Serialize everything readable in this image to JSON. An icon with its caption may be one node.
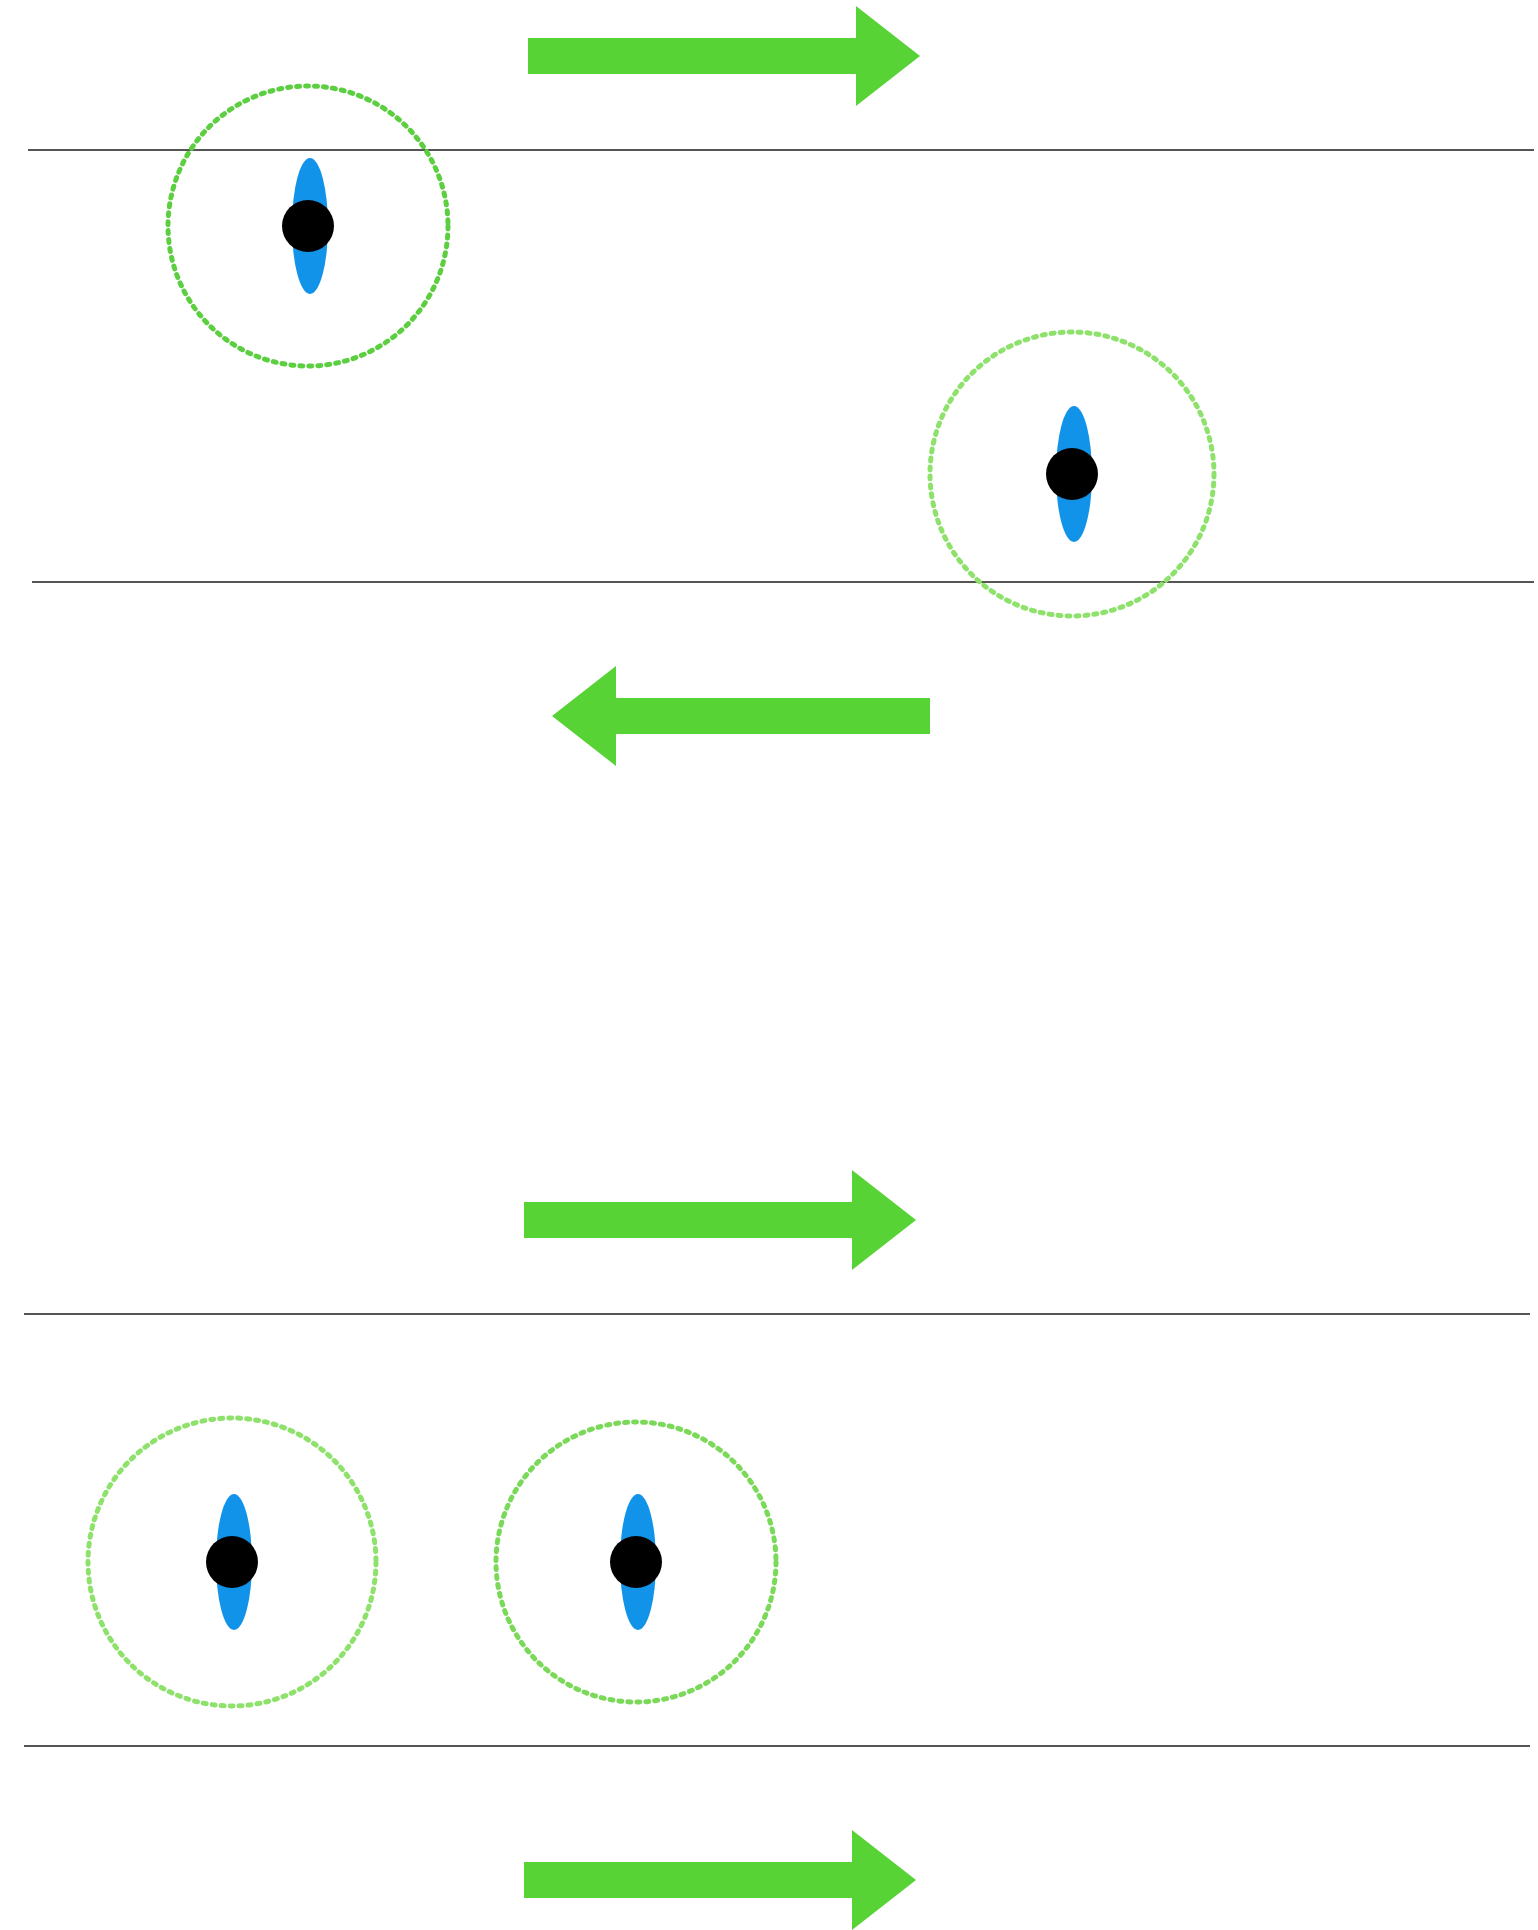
{
  "diagram": {
    "nodes": [
      {
        "text": [],
        "shape": "circle"
      },
      {
        "text": [],
        "shape": "circle"
      },
      {
        "text": [],
        "shape": "circle"
      },
      {
        "text": [],
        "shape": "circle"
      }
    ]
  }
}
